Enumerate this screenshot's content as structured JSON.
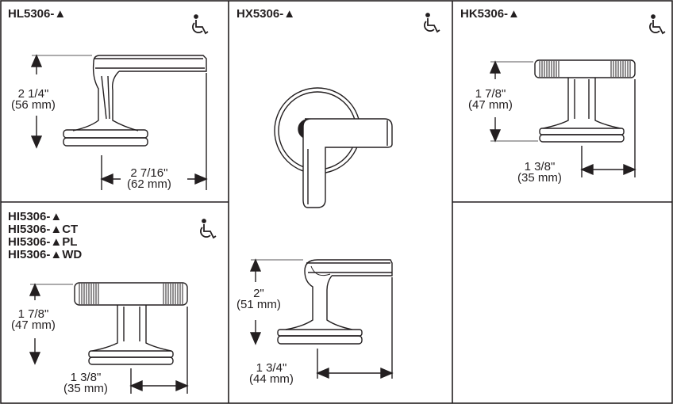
{
  "panels": {
    "hl": {
      "models": [
        "HL5306-▲"
      ],
      "height_in": "2 1/4\"",
      "height_mm": "(56 mm)",
      "width_in": "2 7/16\"",
      "width_mm": "(62 mm)",
      "accessibility_icon": "wheelchair-icon"
    },
    "hx": {
      "models": [
        "HX5306-▲"
      ],
      "height_in": "2\"",
      "height_mm": "(51 mm)",
      "width_in": "1 3/4\"",
      "width_mm": "(44 mm)",
      "accessibility_icon": "wheelchair-icon"
    },
    "hk": {
      "models": [
        "HK5306-▲"
      ],
      "height_in": "1 7/8\"",
      "height_mm": "(47 mm)",
      "width_in": "1 3/8\"",
      "width_mm": "(35 mm)",
      "accessibility_icon": "wheelchair-icon"
    },
    "hi": {
      "models": [
        "HI5306-▲",
        "HI5306-▲CT",
        "HI5306-▲PL",
        "HI5306-▲WD"
      ],
      "height_in": "1 7/8\"",
      "height_mm": "(47 mm)",
      "width_in": "1 3/8\"",
      "width_mm": "(35 mm)",
      "accessibility_icon": "wheelchair-icon"
    }
  },
  "colors": {
    "line": "#231f20",
    "background": "#ffffff"
  }
}
